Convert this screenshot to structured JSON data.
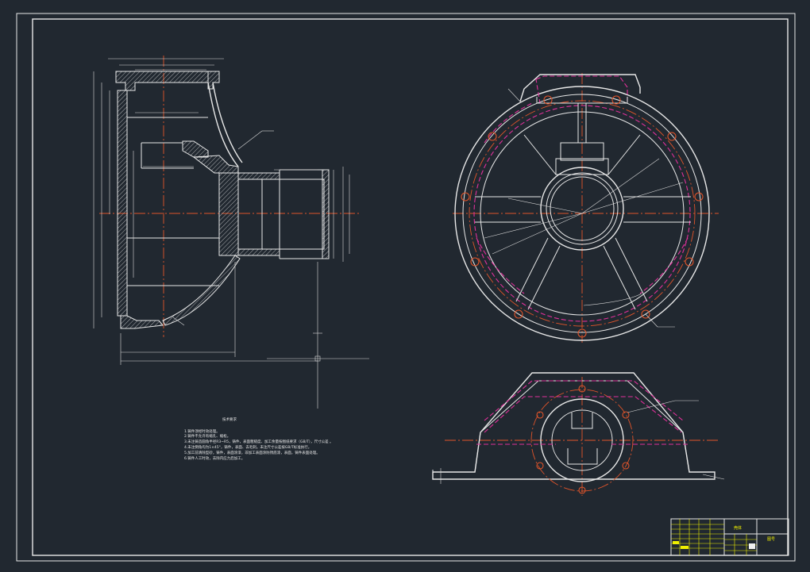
{
  "notes": {
    "title": "技术要求",
    "lines": [
      "1.铸件须经时效处理。",
      "2.铸件不允许有缩孔、缩松。",
      "3.未注铸造圆角半径R3~R5，铸件，表面粗糙度、加工余量按图纸要求（GB/T），尺寸公差 。",
      "4.未注倒角均为1×45°，铸件，表面、去毛刺。未注尺寸公差按GB/T标准执行。",
      "5.加工前清除型砂，铸件，表面涂漆，非加工表面涂防锈底漆，表面，铸件表面处理。",
      "6.铸件人工时效，去除内应力后加工。"
    ]
  },
  "title_block": {
    "part_name": "壳体",
    "drawing_no": "图号"
  },
  "colors": {
    "background": "#212830",
    "outline": "#e8e8e8",
    "centerline": "#e0542a",
    "hidden": "#e0309a",
    "title_block": "#f0f000"
  }
}
